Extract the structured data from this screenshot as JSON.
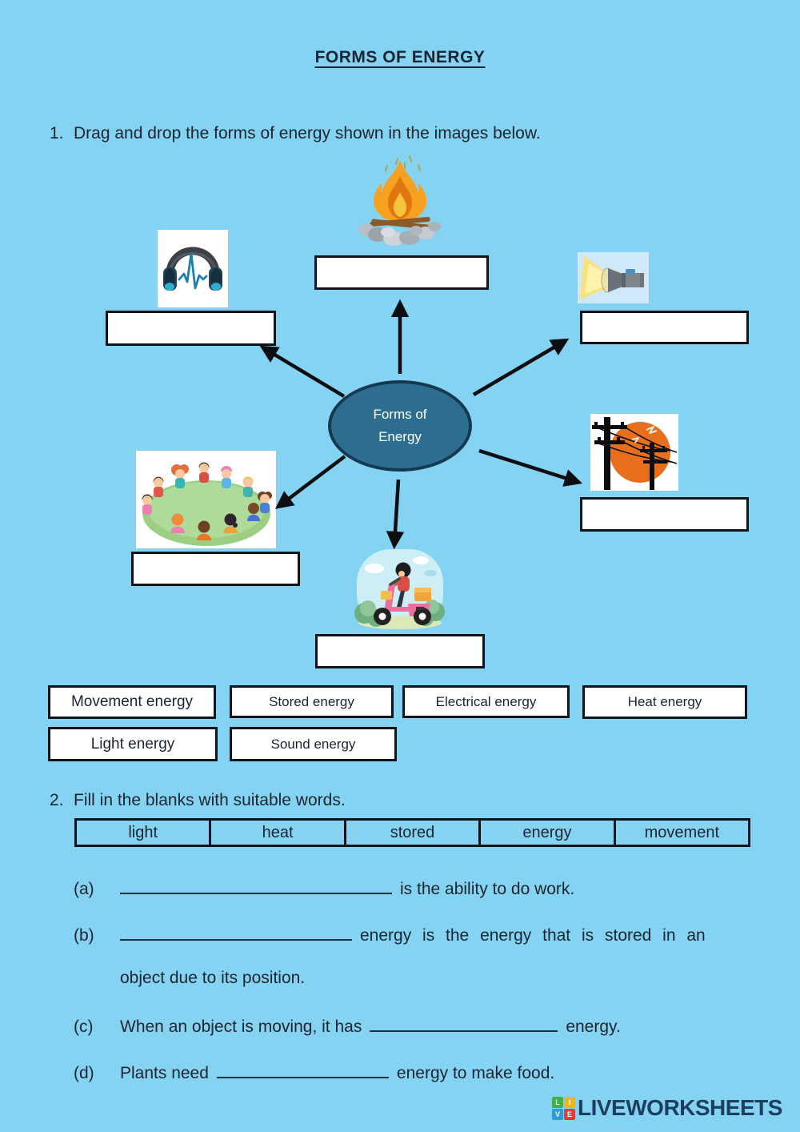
{
  "page": {
    "title": "FORMS OF ENERGY",
    "background_color": "#85d3f2",
    "text_color": "#1b2430"
  },
  "q1": {
    "number": "1.",
    "text": "Drag and drop the forms of energy shown in the images below.",
    "center_bubble": {
      "line1": "Forms of",
      "line2": "Energy",
      "fill_color": "#2d6e90",
      "border_color": "#15394e",
      "text_color": "#ffffff"
    },
    "images": [
      "campfire",
      "headphones-sound-wave",
      "flashlight",
      "electric-power-lines",
      "children-playing-in-circle",
      "delivery-scooter-rider"
    ],
    "drop_boxes": [
      "",
      "",
      "",
      "",
      "",
      ""
    ],
    "options": [
      "Movement energy",
      "Stored energy",
      "Electrical energy",
      "Heat energy",
      "Light energy",
      "Sound energy"
    ]
  },
  "q2": {
    "number": "2.",
    "text": "Fill in the blanks with suitable words.",
    "word_bank": [
      "light",
      "heat",
      "stored",
      "energy",
      "movement"
    ],
    "items": [
      {
        "label": "(a)",
        "before": "",
        "after": "is the ability to do work."
      },
      {
        "label": "(b)",
        "before": "",
        "after": "energy is the energy that is stored in an",
        "continuation": "object due to its position."
      },
      {
        "label": "(c)",
        "before": "When an object is moving, it has",
        "after": "energy."
      },
      {
        "label": "(d)",
        "before": "Plants need",
        "after": "energy to make food."
      }
    ]
  },
  "footer": {
    "brand": "LIVEWORKSHEETS",
    "brand_color": "#1d3e5f",
    "logo_squares": [
      {
        "letter": "L",
        "color": "#43b049"
      },
      {
        "letter": "I",
        "color": "#f5b31c"
      },
      {
        "letter": "V",
        "color": "#2d9bd8"
      },
      {
        "letter": "E",
        "color": "#e8393d"
      }
    ]
  }
}
